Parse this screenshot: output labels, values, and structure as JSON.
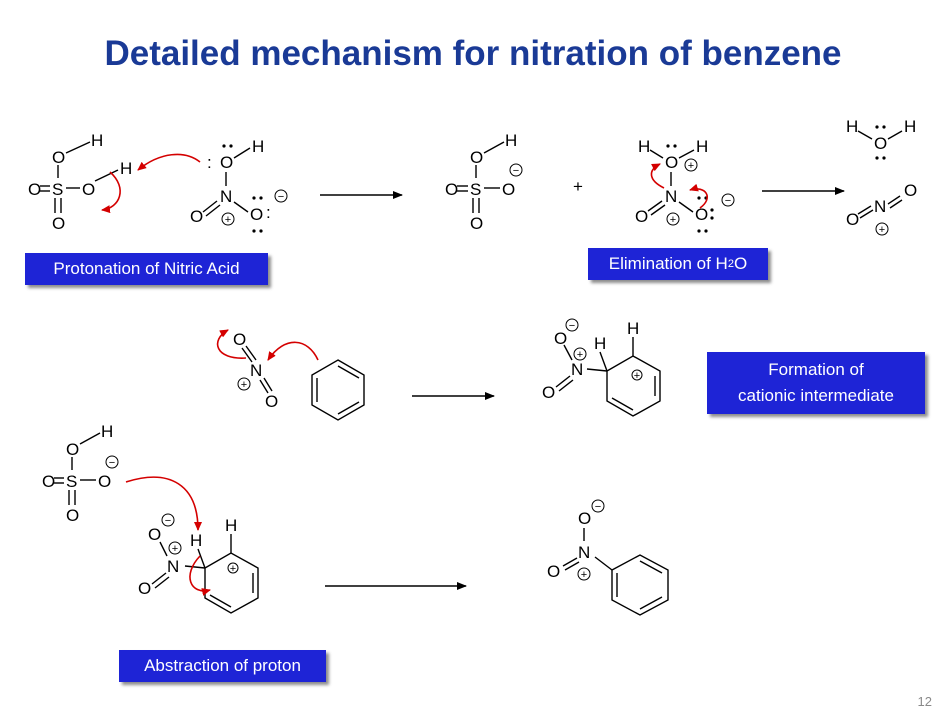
{
  "slide": {
    "title": "Detailed mechanism for nitration of benzene",
    "page_number": "12"
  },
  "labels": {
    "protonation": "Protonation of Nitric Acid",
    "elimination_prefix": "Elimination of H",
    "elimination_sub": "2",
    "elimination_suffix": "O",
    "formation_line1": "Formation of",
    "formation_line2": "cationic intermediate",
    "abstraction": "Abstraction of proton"
  },
  "atoms": {
    "oxygen": "O",
    "hydrogen": "H",
    "sulfur": "S",
    "nitrogen": "N",
    "plus": "+",
    "minus": "−",
    "lone_pair": ":"
  },
  "colors": {
    "title": "#1a3a96",
    "label_box": "#1e24d6",
    "curly_arrow": "#d40000"
  },
  "icons": {
    "reaction_arrow": "right-arrow",
    "curved_arrow": "curved-electron-arrow"
  }
}
